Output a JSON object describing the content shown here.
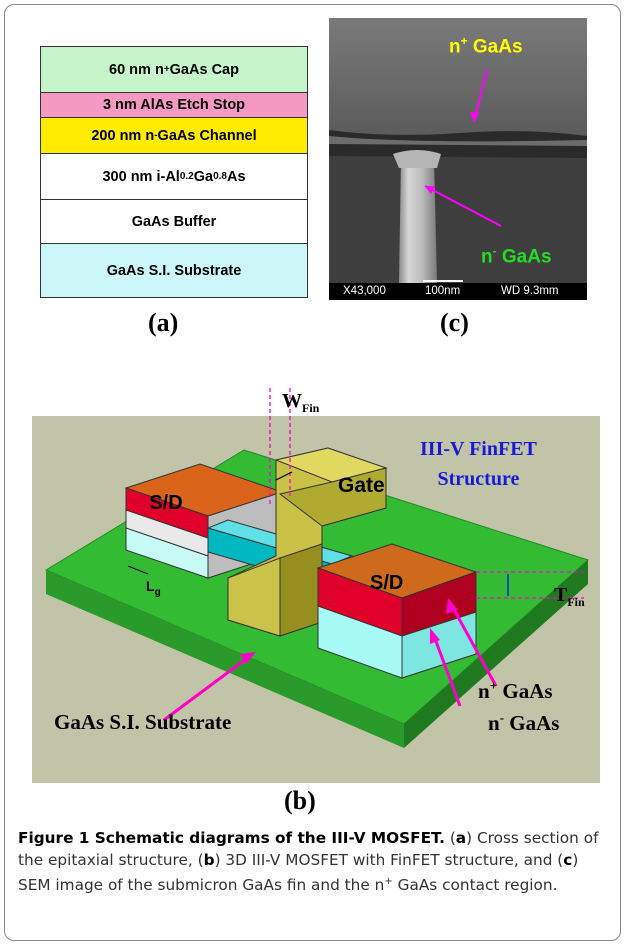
{
  "panel_a": {
    "label": "(a)",
    "layers": [
      {
        "pre": "60 nm n",
        "sup": "+",
        "post": " GaAs Cap",
        "color": "#c6f5c9"
      },
      {
        "pre": "3 nm AlAs Etch Stop",
        "sup": "",
        "post": "",
        "color": "#f49ac2"
      },
      {
        "pre": "200 nm n",
        "sup": "-",
        "post": " GaAs Channel",
        "color": "#ffec00"
      },
      {
        "pre": "300 nm i-Al",
        "sub1": "0.2",
        "mid": "Ga",
        "sub2": "0.8",
        "post": "As",
        "color": "#ffffff"
      },
      {
        "pre": "GaAs Buffer",
        "sup": "",
        "post": "",
        "color": "#ffffff"
      },
      {
        "pre": "GaAs S.I. Substrate",
        "sup": "",
        "post": "",
        "color": "#ccf6f8"
      }
    ]
  },
  "panel_c": {
    "label": "(c)",
    "top_label": {
      "pre": "n",
      "sup": "+",
      "post": " GaAs"
    },
    "bottom_label": {
      "pre": "n",
      "sup": "-",
      "post": " GaAs"
    },
    "magnification": "X43,000",
    "scale": "100nm",
    "wd": "WD 9.3mm"
  },
  "panel_b": {
    "label": "(b)",
    "w_fin": "W",
    "w_fin_sub": "Fin",
    "title_line1": "III-V FinFET",
    "title_line2": "Structure",
    "gate": "Gate",
    "sd_left": "S/D",
    "sd_right": "S/D",
    "t_fin": "T",
    "t_fin_sub": "Fin",
    "lg": "L",
    "lg_sub": "g",
    "n_plus": {
      "pre": "n",
      "sup": "+",
      "post": " GaAs"
    },
    "n_minus": {
      "pre": "n",
      "sup": "-",
      "post": " GaAs"
    },
    "substrate": "GaAs S.I. Substrate"
  },
  "caption": {
    "figure": "Figure 1 Schematic diagrams of the III-V MOSFET.",
    "text_1": " (",
    "a": "a",
    "text_2": ") Cross section of the epitaxial structure, (",
    "b": "b",
    "text_3": ") 3D III-V MOSFET with FinFET structure, and (",
    "c": "c",
    "text_4": ") SEM image of the submicron GaAs fin and the n",
    "sup": "+",
    "text_5": " GaAs contact region."
  }
}
